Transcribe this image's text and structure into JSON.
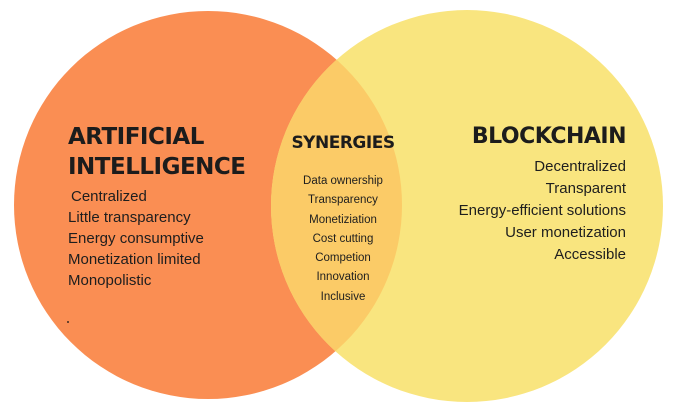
{
  "colors": {
    "ai_circle": "#FA8E53",
    "blockchain_circle": "#F9E57F",
    "overlap": "#FBCB67",
    "text": "#1e1e1e"
  },
  "ai": {
    "title_line1": "ARTIFICIAL",
    "title_line2": "INTELLIGENCE",
    "items": [
      "Centralized",
      "Little transparency",
      "Energy consumptive",
      "Monetization limited",
      "Monopolistic"
    ]
  },
  "synergies": {
    "title": "SYNERGIES",
    "items": [
      "Data ownership",
      "Transparency",
      "Monetiziation",
      "Cost cutting",
      "Competion",
      "Innovation",
      "Inclusive"
    ]
  },
  "blockchain": {
    "title": "BLOCKCHAIN",
    "items": [
      "Decentralized",
      "Transparent",
      "Energy-efficient solutions",
      "User monetization",
      "Accessible"
    ]
  }
}
